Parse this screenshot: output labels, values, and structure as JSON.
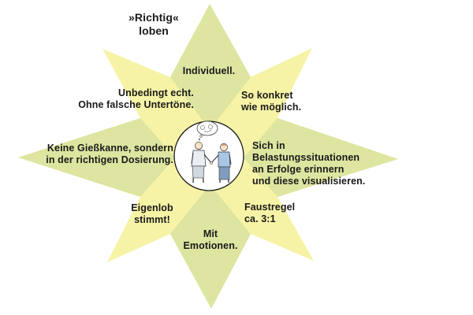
{
  "diagram": {
    "title": "»Richtig«\nloben",
    "colors": {
      "point_light": "#f7f3a6",
      "point_green": "#dde5a0",
      "center_fill": "#ffffff",
      "center_stroke": "#1a1a1a"
    },
    "center_icon": "two-people-shaking-hands-illustration",
    "rays": [
      {
        "id": "top",
        "text": "Individuell."
      },
      {
        "id": "top-right",
        "text": "So konkret\nwie möglich."
      },
      {
        "id": "right",
        "text": "Sich in Belastungssituationen\nan Erfolge erinnern\nund diese visualisieren."
      },
      {
        "id": "bottom-right",
        "text": "Faustregel\nca. 3:1"
      },
      {
        "id": "bottom",
        "text": "Mit\nEmotionen."
      },
      {
        "id": "bottom-left",
        "text": "Eigenlob\nstimmt!"
      },
      {
        "id": "left",
        "text": "Keine Gießkanne, sondern\nin der richtigen Dosierung."
      },
      {
        "id": "top-left",
        "text": "Unbedingt echt.\nOhne falsche Untertöne."
      }
    ]
  }
}
